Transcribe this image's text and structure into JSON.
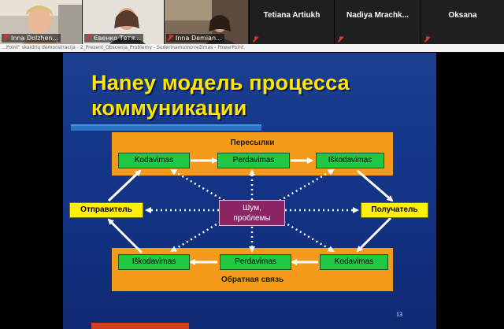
{
  "participants": [
    {
      "name": "Inna Dolzhen...",
      "muted": true
    },
    {
      "name": "Євенко Тетя...",
      "muted": true
    },
    {
      "name": "Inna Demian...",
      "muted": true
    },
    {
      "name": "Tetiana Artiukh",
      "muted": true
    },
    {
      "name": "Nadiya  Mrachk...",
      "muted": true
    },
    {
      "name": "Oksana",
      "muted": true
    }
  ],
  "titlebar": {
    "text": "…Point\" skaidrių demonstracija  -  2_Prezent_Obscenja_Problemy  -  Suderinamumo režimas  -  PowerPoint"
  },
  "slide": {
    "title_line1": "Haney модель процесса",
    "title_line2": "коммуникации",
    "top_panel_label": "Пересылки",
    "bottom_panel_label": "Обратная связь",
    "top_boxes": [
      "Kodavimas",
      "Perdavimas",
      "Iškodavimas"
    ],
    "bottom_boxes": [
      "Iškodavimas",
      "Perdavimas",
      "Kodavimas"
    ],
    "sender": "Отправитель",
    "receiver": "Получатель",
    "noise_line1": "Шум,",
    "noise_line2": "проблемы",
    "page_number": "13"
  },
  "colors": {
    "title": "#ffe600",
    "panel": "#f59a1b",
    "green_box": "#22c745",
    "yellow_box": "#fff200",
    "noise_box": "#8b2565",
    "slide_bg": "#16388a"
  }
}
